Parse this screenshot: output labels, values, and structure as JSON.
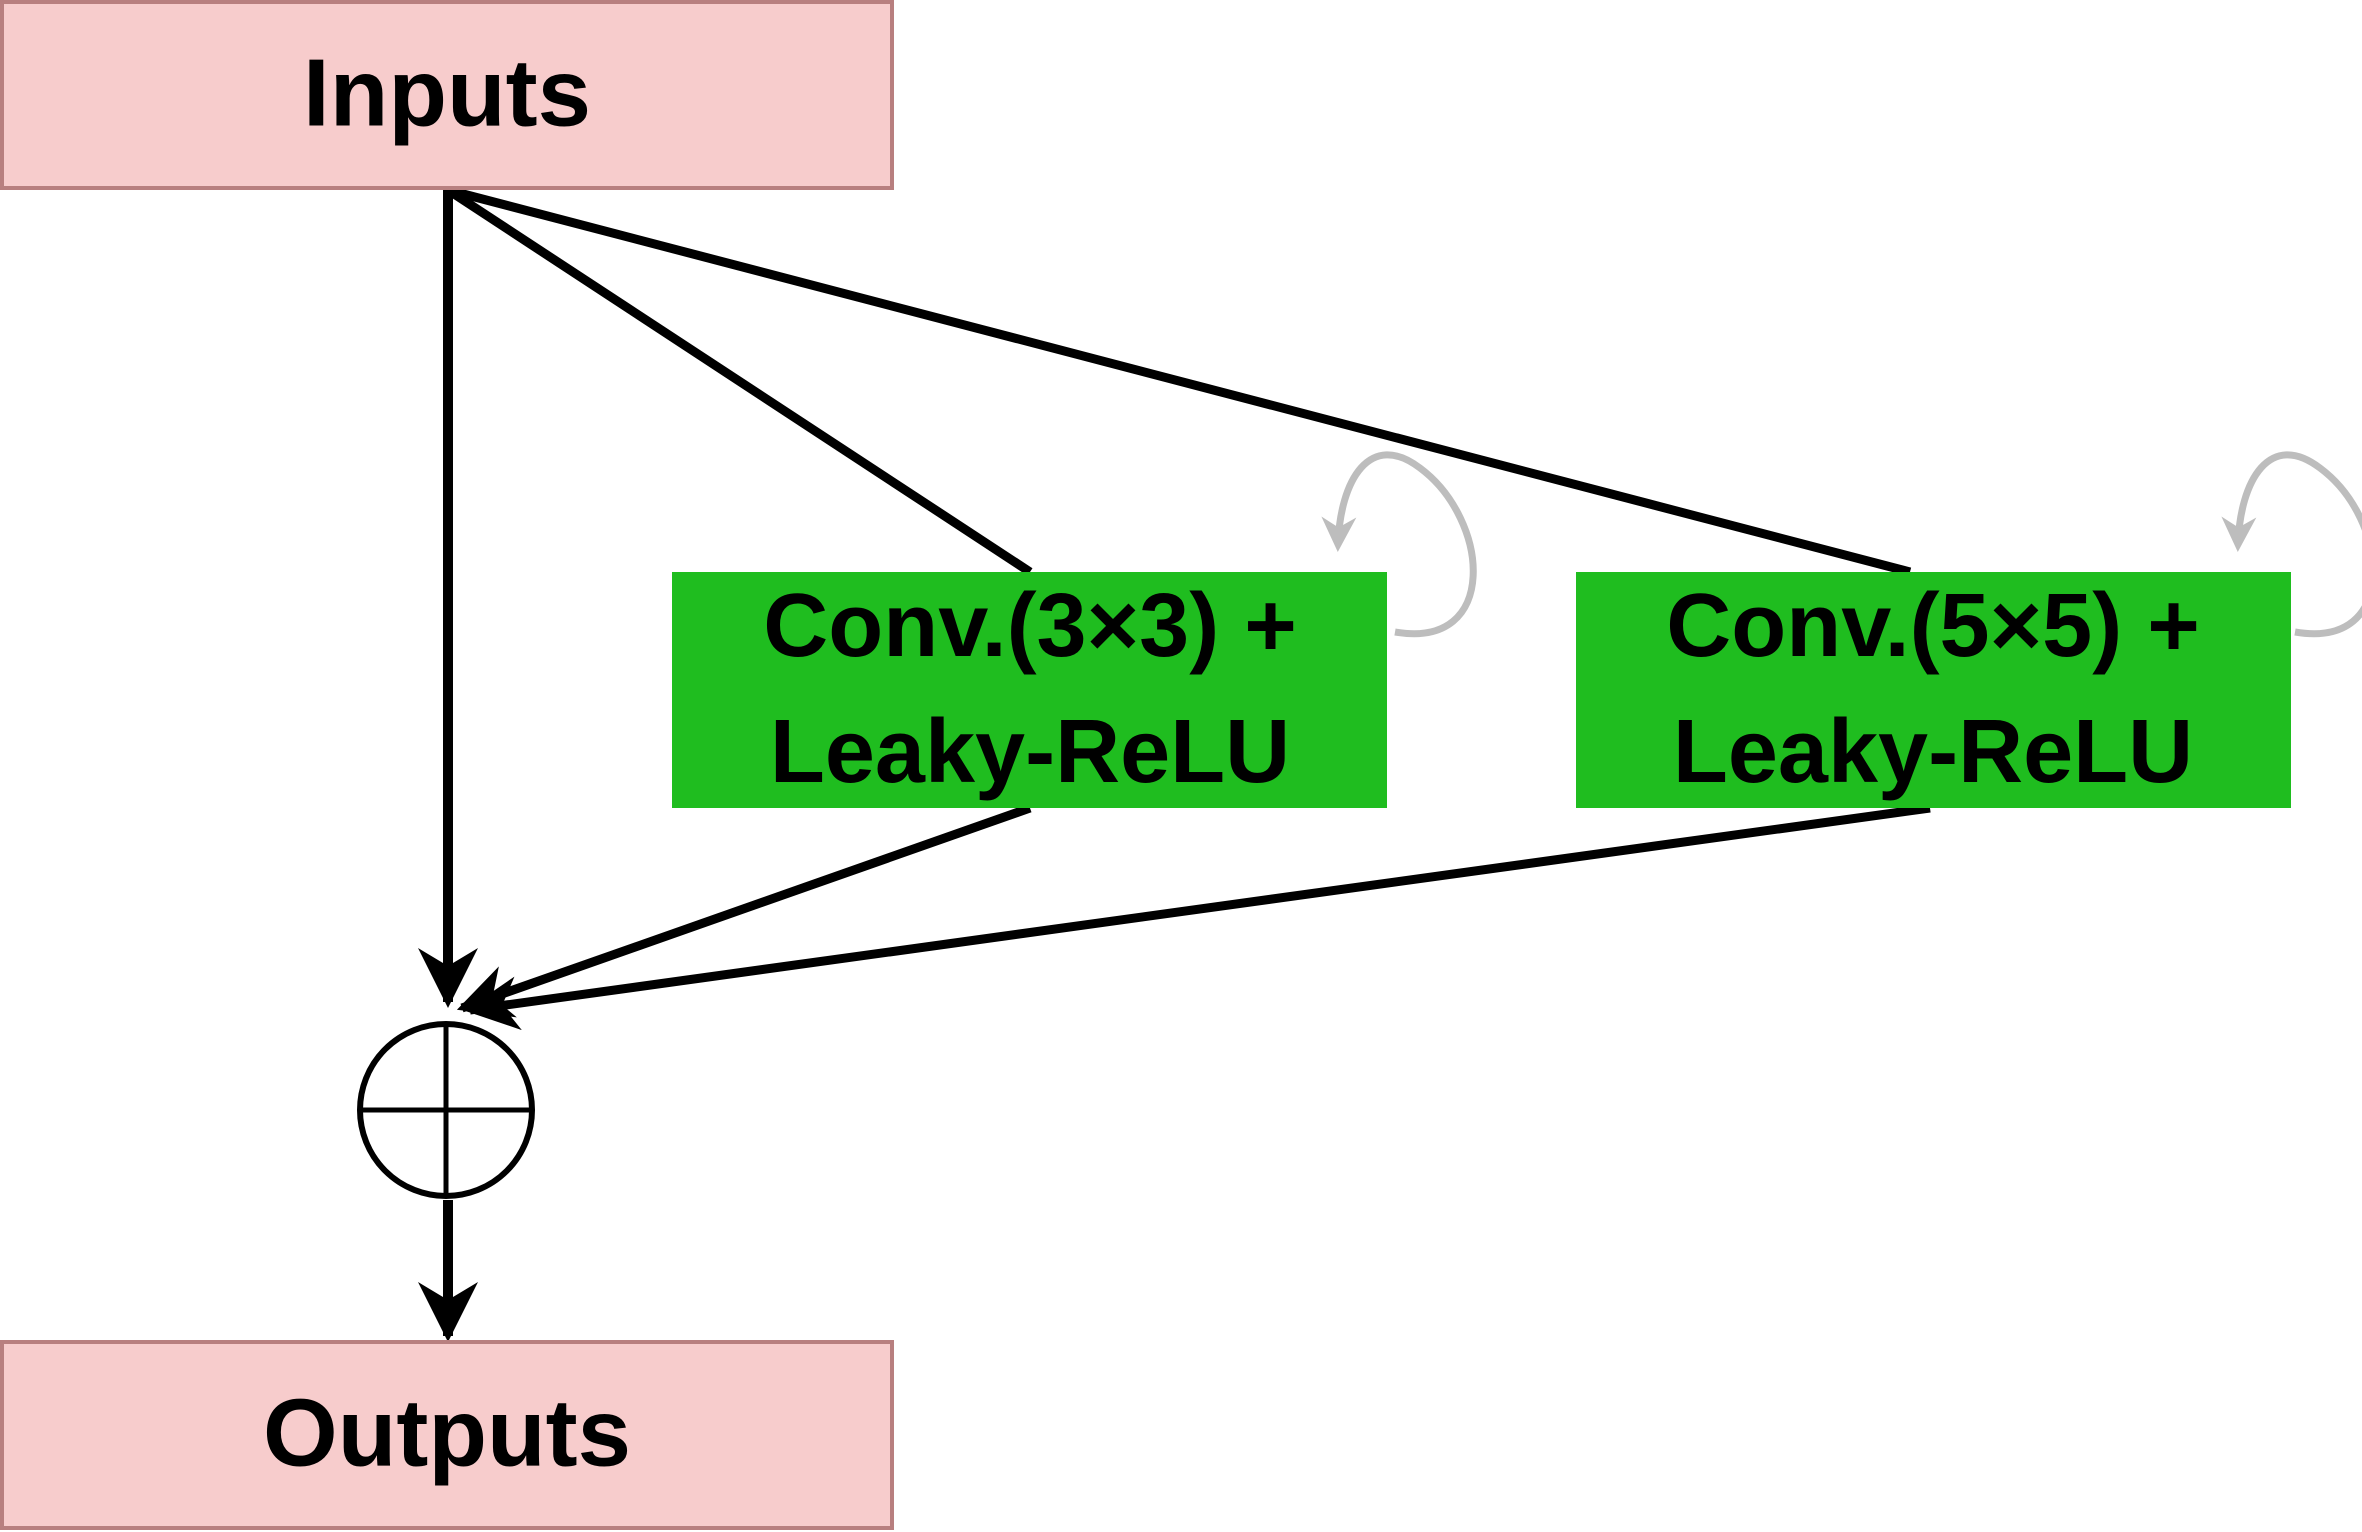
{
  "diagram": {
    "inputs": {
      "label": "Inputs"
    },
    "outputs": {
      "label": "Outputs"
    },
    "conv3": {
      "line1": "Conv.(3×3) +",
      "line2": "Leaky-ReLU"
    },
    "conv5": {
      "line1": "Conv.(5×5) +",
      "line2": "Leaky-ReLU"
    },
    "sum_node": {
      "symbol": "circle-plus"
    }
  },
  "colors": {
    "io_fill": "#f7cccc",
    "io_stroke": "#b87f7f",
    "conv_fill": "#1fbd1f",
    "edge": "#000000",
    "loop": "#bdbdbd"
  }
}
